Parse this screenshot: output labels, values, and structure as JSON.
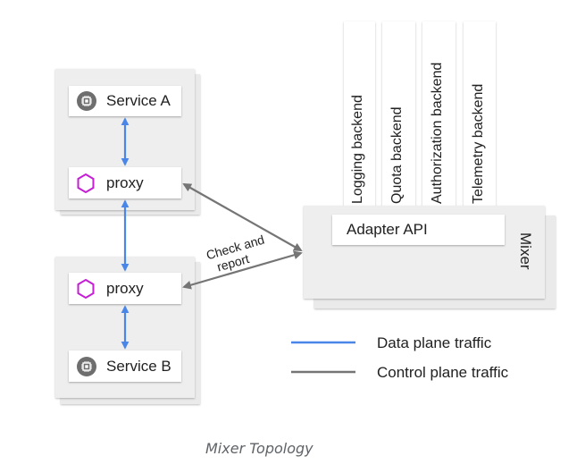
{
  "diagram": {
    "caption": "Mixer Topology",
    "pod_a": {
      "service": {
        "label": "Service A",
        "icon": "chip-icon"
      },
      "proxy": {
        "label": "proxy",
        "icon": "hexagon-icon"
      }
    },
    "pod_b": {
      "proxy": {
        "label": "proxy",
        "icon": "hexagon-icon"
      },
      "service": {
        "label": "Service B",
        "icon": "chip-icon"
      }
    },
    "mixer": {
      "label": "Mixer",
      "adapter_api": "Adapter API",
      "backends": [
        "Logging backend",
        "Quota backend",
        "Authorization backend",
        "Telemetry backend"
      ]
    },
    "edge_label": "Check and report",
    "edge_label_lines": [
      "Check and",
      "report"
    ],
    "legend": [
      {
        "label": "Data plane traffic",
        "color": "#4a86e8"
      },
      {
        "label": "Control plane traffic",
        "color": "#757575"
      }
    ],
    "colors": {
      "data_plane": "#4a86e8",
      "control_plane": "#757575",
      "proxy_icon": "#c51fd6",
      "chip_icon": "#6e6e6e"
    }
  }
}
